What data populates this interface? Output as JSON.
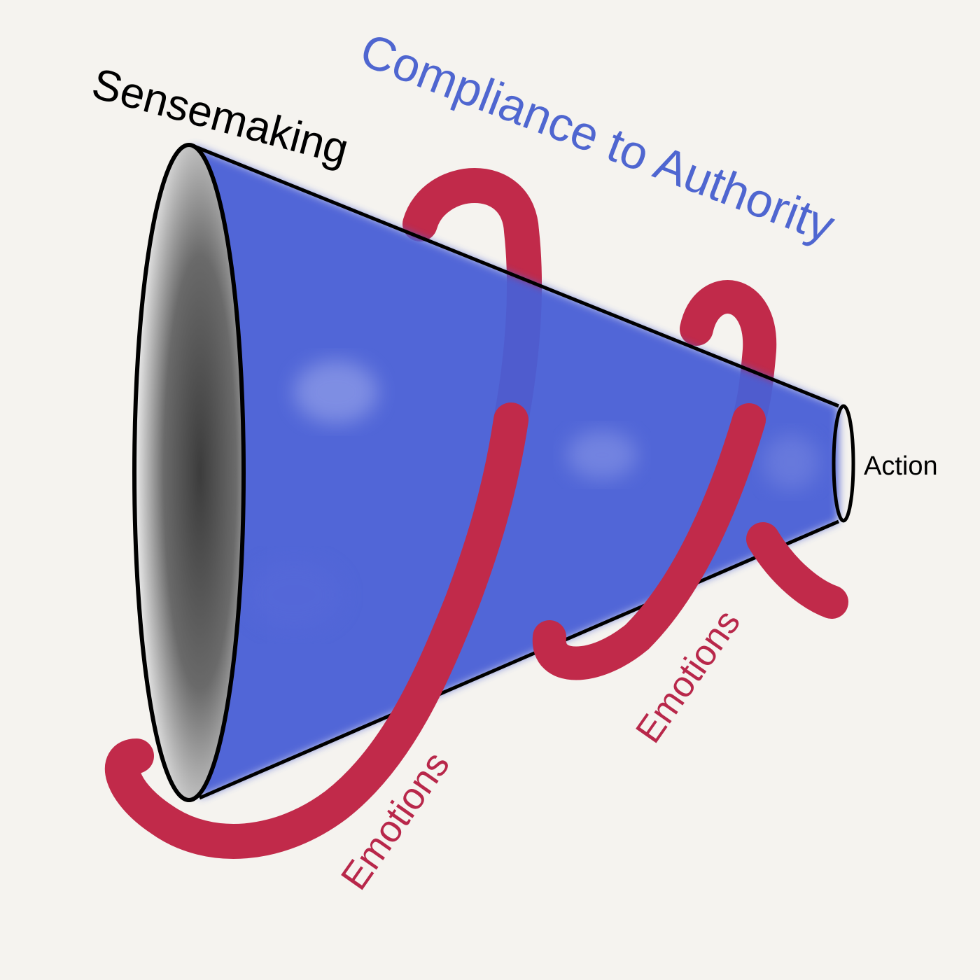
{
  "diagram": {
    "title": "Compliance to Authority",
    "funnel_top_label": "Sensemaking",
    "funnel_end_label": "Action",
    "spiral_labels": [
      "Emotions",
      "Emotions"
    ]
  },
  "colors": {
    "background": "#f5f3ef",
    "funnel_fill": "#4a5ed6",
    "funnel_outline": "#000000",
    "spiral": "#c12a4a",
    "title_text": "#4f66d0",
    "emotion_text": "#b8274a",
    "mouth_inner": "#5a5a5a"
  }
}
